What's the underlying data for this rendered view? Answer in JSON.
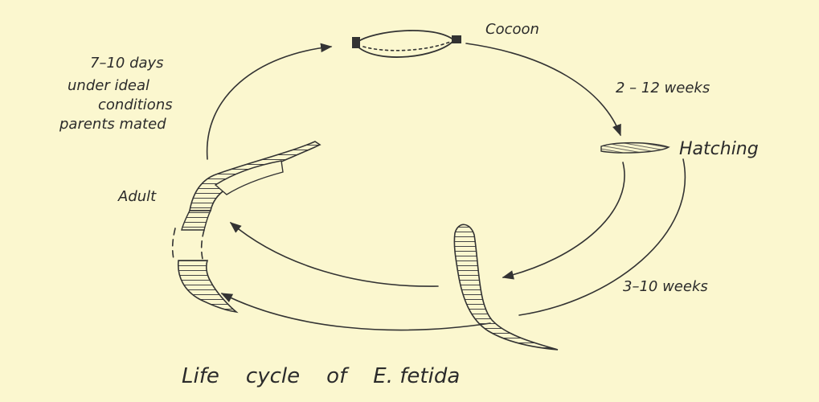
{
  "diagram": {
    "title": "Life    cycle    of    E. fetida",
    "stages": {
      "cocoon": "Cocoon",
      "hatching": "Hatching",
      "adult": "Adult"
    },
    "durations": {
      "cocoon_to_hatching": "2 – 12 weeks",
      "hatching_to_adult": "3–10 weeks",
      "adult_to_cocoon": [
        "7–10 days",
        "under   ideal",
        "conditions",
        "parents mated"
      ]
    },
    "colors": {
      "background": "#fbf7cf",
      "ink": "#2b2b2b"
    }
  }
}
